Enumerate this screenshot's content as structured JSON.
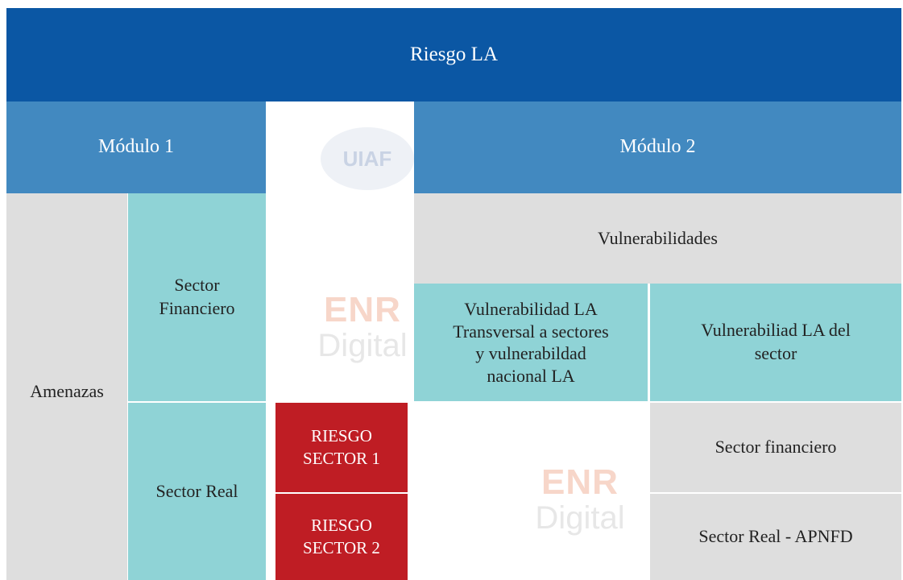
{
  "header": {
    "title": "Riesgo LA"
  },
  "modules": {
    "module1": "Módulo 1",
    "module2": "Módulo 2"
  },
  "left": {
    "amenazas": "Amenazas",
    "sector_financiero": "Sector\nFinanciero",
    "sector_real": "Sector Real"
  },
  "risk": {
    "sector1": "RIESGO\nSECTOR 1",
    "sector2": "RIESGO\nSECTOR 2"
  },
  "right": {
    "vulnerabilidades": "Vulnerabilidades",
    "vuln_transversal": "Vulnerabilidad LA\nTransversal a sectores\ny vulnerabildad\nnacional LA",
    "vuln_sector": "Vulnerabiliad LA del\nsector",
    "sector_financiero": "Sector financiero",
    "sector_real_apnfd": "Sector Real - APNFD"
  },
  "watermarks": {
    "logo": "UIAF",
    "brand": "ENR",
    "brand_sub": "Digital"
  },
  "colors": {
    "header": "#0b57a4",
    "module": "#4289c0",
    "gray": "#dedede",
    "teal": "#8fd3d6",
    "risk": "#bf1d24"
  }
}
